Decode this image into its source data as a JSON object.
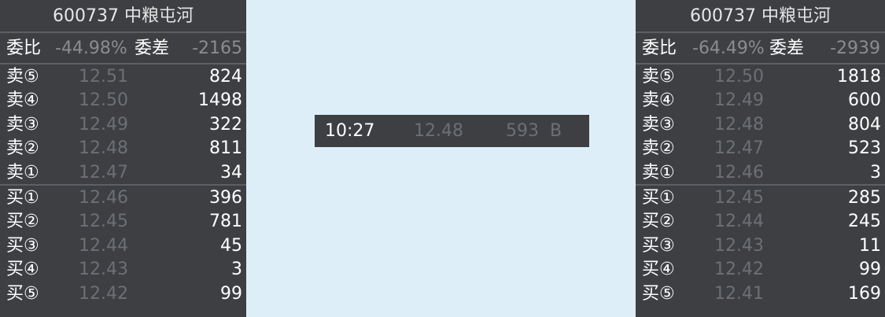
{
  "left": {
    "title": "600737 中粮屯河",
    "ratio_label": "委比",
    "ratio_value": "-44.98%",
    "diff_label": "委差",
    "diff_value": "-2165",
    "sells": [
      {
        "label": "卖⑤",
        "price": "12.51",
        "volume": "824"
      },
      {
        "label": "卖④",
        "price": "12.50",
        "volume": "1498"
      },
      {
        "label": "卖③",
        "price": "12.49",
        "volume": "322"
      },
      {
        "label": "卖②",
        "price": "12.48",
        "volume": "811"
      },
      {
        "label": "卖①",
        "price": "12.47",
        "volume": "34"
      }
    ],
    "buys": [
      {
        "label": "买①",
        "price": "12.46",
        "volume": "396"
      },
      {
        "label": "买②",
        "price": "12.45",
        "volume": "781"
      },
      {
        "label": "买③",
        "price": "12.44",
        "volume": "45"
      },
      {
        "label": "买④",
        "price": "12.43",
        "volume": "3"
      },
      {
        "label": "买⑤",
        "price": "12.42",
        "volume": "99"
      }
    ]
  },
  "tick": {
    "time": "10:27",
    "price": "12.48",
    "volume": "593",
    "direction": "B"
  },
  "right": {
    "title": "600737 中粮屯河",
    "ratio_label": "委比",
    "ratio_value": "-64.49%",
    "diff_label": "委差",
    "diff_value": "-2939",
    "sells": [
      {
        "label": "卖⑤",
        "price": "12.50",
        "volume": "1818"
      },
      {
        "label": "卖④",
        "price": "12.49",
        "volume": "600"
      },
      {
        "label": "卖③",
        "price": "12.48",
        "volume": "804"
      },
      {
        "label": "卖②",
        "price": "12.47",
        "volume": "523"
      },
      {
        "label": "卖①",
        "price": "12.46",
        "volume": "3"
      }
    ],
    "buys": [
      {
        "label": "买①",
        "price": "12.45",
        "volume": "285"
      },
      {
        "label": "买②",
        "price": "12.44",
        "volume": "245"
      },
      {
        "label": "买③",
        "price": "12.43",
        "volume": "11"
      },
      {
        "label": "买④",
        "price": "12.42",
        "volume": "99"
      },
      {
        "label": "买⑤",
        "price": "12.41",
        "volume": "169"
      }
    ]
  },
  "colors": {
    "background": "#ddeef9",
    "panel": "#3d3f43",
    "text": "#ffffff",
    "muted": "#6c6f73",
    "separator": "#5c5f63"
  }
}
